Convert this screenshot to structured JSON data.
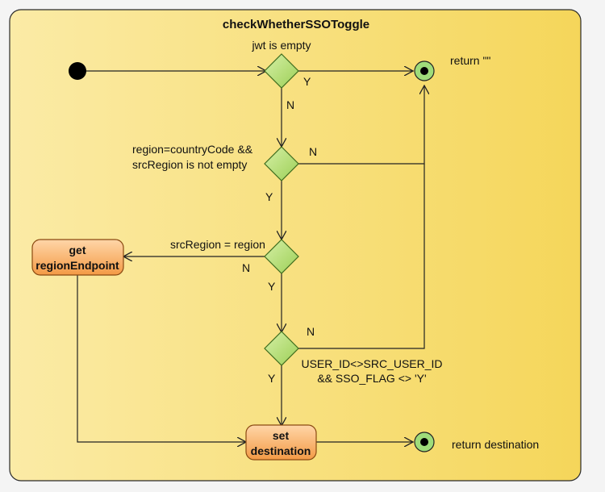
{
  "diagram": {
    "title": "checkWhetherSSOToggle",
    "start": {
      "kind": "initial-node"
    },
    "decisions": [
      {
        "id": "d1",
        "label": [
          "jwt is empty"
        ],
        "yes": "Y",
        "no": "N"
      },
      {
        "id": "d2",
        "label": [
          "region=countryCode &&",
          "srcRegion is not empty"
        ],
        "yes": "Y",
        "no": "N"
      },
      {
        "id": "d3",
        "label": [
          "srcRegion = region"
        ],
        "yes": "Y",
        "no": "N"
      },
      {
        "id": "d4",
        "label": [
          "USER_ID<>SRC_USER_ID",
          "&& SSO_FLAG <> 'Y'"
        ],
        "yes": "Y",
        "no": "N"
      }
    ],
    "actions": [
      {
        "id": "get-region",
        "lines": [
          "get",
          "regionEndpoint"
        ]
      },
      {
        "id": "set-destination",
        "lines": [
          "set",
          "destination"
        ]
      }
    ],
    "finals": [
      {
        "id": "final-empty",
        "label": "return \"\""
      },
      {
        "id": "final-destination",
        "label": "return destination"
      }
    ],
    "colors": {
      "frame_fill_start": "#fbeba6",
      "frame_fill_end": "#f5d65a",
      "frame_border": "#2b2b2b",
      "decision_fill": "#b8e07a",
      "decision_border": "#3d6b1d",
      "action_fill_start": "#ffd6a8",
      "action_fill_end": "#f39a45",
      "action_border": "#8a4a12",
      "final_fill": "#9fdc7a"
    }
  }
}
